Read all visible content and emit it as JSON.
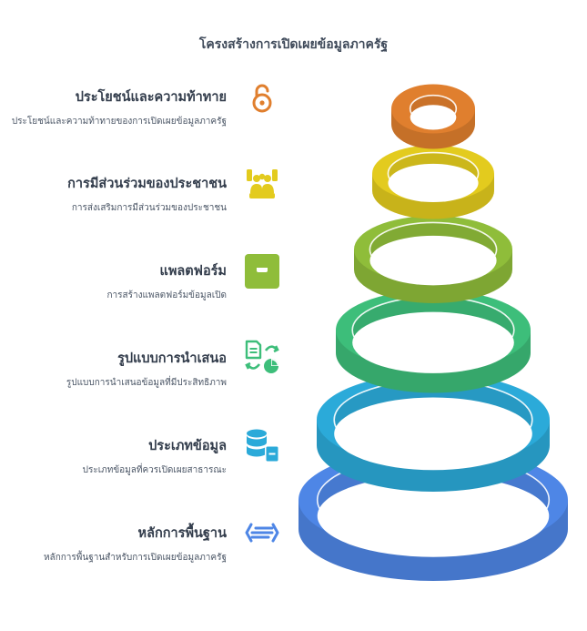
{
  "title": "โครงสร้างการเปิดเผยข้อมูลภาครัฐ",
  "items": [
    {
      "heading": "ประโยชน์และความท้าทาย",
      "desc": "ประโยชน์และความท้าทายของการเปิดเผยข้อมูลภาครัฐ",
      "icon": "unlock-icon",
      "color": "#E07F2E"
    },
    {
      "heading": "การมีส่วนร่วมของประชาชน",
      "desc": "การส่งเสริมการมีส่วนร่วมของประชาชน",
      "icon": "people-group-icon",
      "color": "#E3CB1E"
    },
    {
      "heading": "แพลตฟอร์ม",
      "desc": "การสร้างแพลตฟอร์มข้อมูลเปิด",
      "icon": "platform-icon",
      "color": "#8FBD3A"
    },
    {
      "heading": "รูปแบบการนำเสนอ",
      "desc": "รูปแบบการนำเสนอข้อมูลที่มีประสิทธิภาพ",
      "icon": "document-chart-icon",
      "color": "#3DBE7A"
    },
    {
      "heading": "ประเภทข้อมูล",
      "desc": "ประเภทข้อมูลที่ควรเปิดเผยสาธารณะ",
      "icon": "database-icon",
      "color": "#2BAAD9"
    },
    {
      "heading": "หลักการพื้นฐาน",
      "desc": "หลักการพื้นฐานสำหรับการเปิดเผยข้อมูลภาครัฐ",
      "icon": "exchange-arrows-icon",
      "color": "#4E86E6"
    }
  ]
}
